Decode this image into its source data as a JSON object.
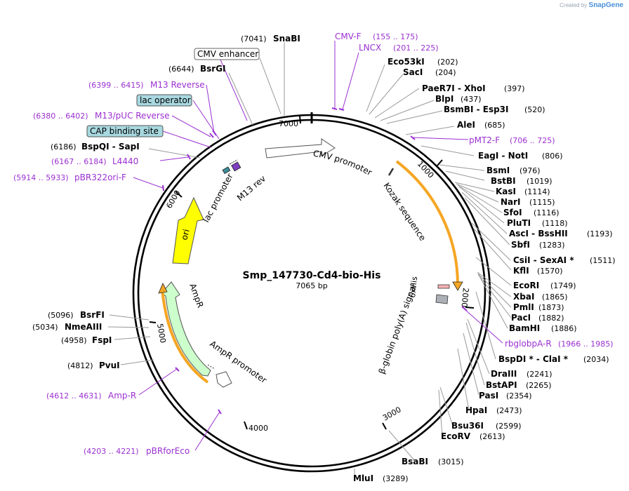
{
  "credit": {
    "prefix": "Created by",
    "brand": "SnapGene"
  },
  "plasmid": {
    "name": "Smp_147730-Cd4-bio-His",
    "length_label": "7065 bp",
    "length": 7065
  },
  "colors": {
    "primer": "#9b30d0",
    "enzyme": "#000000",
    "feature_box": "#a8d8e0",
    "orf": "#f5a623",
    "ori": "#ffff00",
    "ampr": "#ccffcc",
    "backbone": "#000000"
  },
  "ticks": [
    "1000",
    "2000",
    "3000",
    "4000",
    "5000",
    "6000",
    "7000"
  ],
  "enzymes": [
    {
      "name": "SnaBI",
      "pos": "(7041)"
    },
    {
      "name": "BsrGI",
      "pos": "(6644)"
    },
    {
      "name": "BspQI - SapI",
      "pos": "(6186)"
    },
    {
      "name": "Eco53kI",
      "pos": "(202)"
    },
    {
      "name": "SacI",
      "pos": "(204)"
    },
    {
      "name": "PaeR7I - XhoI",
      "pos": "(397)"
    },
    {
      "name": "BlpI",
      "pos": "(437)"
    },
    {
      "name": "BsmBI - Esp3I",
      "pos": "(520)"
    },
    {
      "name": "AleI",
      "pos": "(685)"
    },
    {
      "name": "EagI - NotI",
      "pos": "(806)"
    },
    {
      "name": "BsmI",
      "pos": "(976)"
    },
    {
      "name": "BstBI",
      "pos": "(1019)"
    },
    {
      "name": "KasI",
      "pos": "(1114)"
    },
    {
      "name": "NarI",
      "pos": "(1115)"
    },
    {
      "name": "SfoI",
      "pos": "(1116)"
    },
    {
      "name": "PluTI",
      "pos": "(1118)"
    },
    {
      "name": "AscI - BssHII",
      "pos": "(1193)"
    },
    {
      "name": "SbfI",
      "pos": "(1283)"
    },
    {
      "name": "CsiI - SexAI *",
      "pos": "(1511)"
    },
    {
      "name": "KflI",
      "pos": "(1570)"
    },
    {
      "name": "EcoRI",
      "pos": "(1749)"
    },
    {
      "name": "XbaI",
      "pos": "(1865)"
    },
    {
      "name": "PmlI",
      "pos": "(1873)"
    },
    {
      "name": "PacI",
      "pos": "(1882)"
    },
    {
      "name": "BamHI",
      "pos": "(1886)"
    },
    {
      "name": "BspDI * - ClaI *",
      "pos": "(2034)"
    },
    {
      "name": "DraIII",
      "pos": "(2241)"
    },
    {
      "name": "BstAPI",
      "pos": "(2265)"
    },
    {
      "name": "PasI",
      "pos": "(2354)"
    },
    {
      "name": "HpaI",
      "pos": "(2473)"
    },
    {
      "name": "Bsu36I",
      "pos": "(2599)"
    },
    {
      "name": "EcoRV",
      "pos": "(2613)"
    },
    {
      "name": "BsaBI",
      "pos": "(3015)"
    },
    {
      "name": "MluI",
      "pos": "(3289)"
    },
    {
      "name": "PvuI",
      "pos": "(4812)"
    },
    {
      "name": "FspI",
      "pos": "(4958)"
    },
    {
      "name": "NmeAIII",
      "pos": "(5034)"
    },
    {
      "name": "BsrFI",
      "pos": "(5096)"
    }
  ],
  "primers": [
    {
      "name": "CMV-F",
      "range": "(155 .. 175)"
    },
    {
      "name": "LNCX",
      "range": "(201 .. 225)"
    },
    {
      "name": "pMT2-F",
      "range": "(706 .. 725)"
    },
    {
      "name": "rbglobpA-R",
      "range": "(1966 .. 1985)"
    },
    {
      "name": "Amp-R",
      "range": "(4612 .. 4631)"
    },
    {
      "name": "pBRforEco",
      "range": "(4203 .. 4221)"
    },
    {
      "name": "pBR322ori-F",
      "range": "(5914 .. 5933)"
    },
    {
      "name": "L4440",
      "range": "(6167 .. 6184)"
    },
    {
      "name": "M13/pUC Reverse",
      "range": "(6380 .. 6402)"
    },
    {
      "name": "M13 Reverse",
      "range": "(6399 .. 6415)"
    }
  ],
  "boxed_features": [
    "CMV enhancer",
    "lac operator",
    "CAP binding site"
  ],
  "features": [
    "CMV promoter",
    "Kozak sequence",
    "6xHis",
    "β-globin poly(A) signal",
    "AmpR promoter",
    "AmpR",
    "ori",
    "lac promoter",
    "M13 rev"
  ]
}
